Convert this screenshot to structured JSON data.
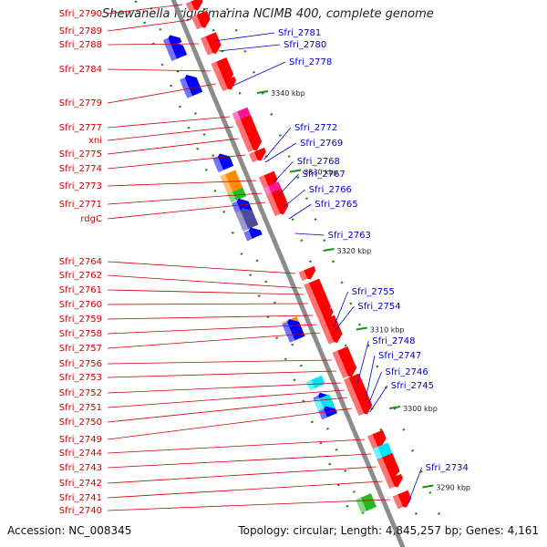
{
  "title": "Shewanella frigidimarina NCIMB 400, complete genome",
  "footer": {
    "accession": "Accession: NC_008345",
    "topology": "Topology: circular; Length: 4,845,257 bp; Genes: 4,161"
  },
  "colors": {
    "forward_label": "#cc0000",
    "reverse_label": "#0000cc",
    "backbone": "#8c8c8c",
    "tick": "#1a8c1a"
  },
  "scale_ticks": [
    {
      "label": "3340 kbp",
      "kbp": 3340
    },
    {
      "label": "3330 kbp",
      "kbp": 3330
    },
    {
      "label": "3320 kbp",
      "kbp": 3320
    },
    {
      "label": "3310 kbp",
      "kbp": 3310
    },
    {
      "label": "3300 kbp",
      "kbp": 3300
    },
    {
      "label": "3290 kbp",
      "kbp": 3290
    }
  ],
  "forward_genes": [
    {
      "label": "Sfri_2790",
      "color": "#ff0000"
    },
    {
      "label": "Sfri_2789",
      "color": "#ff0000"
    },
    {
      "label": "Sfri_2788",
      "color": "#ff0000"
    },
    {
      "label": "Sfri_2784",
      "color": "#ff0000"
    },
    {
      "label": "Sfri_2779",
      "color": "#ff0000"
    },
    {
      "label": "Sfri_2777",
      "color": "#ff1493"
    },
    {
      "label": "xni",
      "color": "#ff0000"
    },
    {
      "label": "Sfri_2775",
      "color": "#ff0000"
    },
    {
      "label": "Sfri_2774",
      "color": "#ff0000"
    },
    {
      "label": "Sfri_2773",
      "color": "#ff0000"
    },
    {
      "label": "Sfri_2771",
      "color": "#ff1493"
    },
    {
      "label": "rdgC",
      "color": "#ff0000"
    },
    {
      "label": "Sfri_2764",
      "color": "#ff0000"
    },
    {
      "label": "Sfri_2762",
      "color": "#ff0000"
    },
    {
      "label": "Sfri_2761",
      "color": "#ff0000"
    },
    {
      "label": "Sfri_2760",
      "color": "#ff0000"
    },
    {
      "label": "Sfri_2759",
      "color": "#ff0000"
    },
    {
      "label": "Sfri_2758",
      "color": "#ff0000"
    },
    {
      "label": "Sfri_2757",
      "color": "#ff0000"
    },
    {
      "label": "Sfri_2756",
      "color": "#ff0000"
    },
    {
      "label": "Sfri_2753",
      "color": "#ff0000"
    },
    {
      "label": "Sfri_2752",
      "color": "#ff0000"
    },
    {
      "label": "Sfri_2751",
      "color": "#ff0000"
    },
    {
      "label": "Sfri_2750",
      "color": "#ff0000"
    },
    {
      "label": "Sfri_2749",
      "color": "#ff0000"
    },
    {
      "label": "Sfri_2744",
      "color": "#ff0000"
    },
    {
      "label": "Sfri_2743",
      "color": "#00e5ff"
    },
    {
      "label": "Sfri_2742",
      "color": "#ff0000"
    },
    {
      "label": "Sfri_2741",
      "color": "#ff0000"
    },
    {
      "label": "Sfri_2740",
      "color": "#ff0000"
    }
  ],
  "reverse_genes": [
    {
      "label": "Sfri_2781",
      "color": "#0000ff"
    },
    {
      "label": "Sfri_2780",
      "color": "#0000ff"
    },
    {
      "label": "Sfri_2778",
      "color": "#0000ff"
    },
    {
      "label": "Sfri_2772",
      "color": "#0000ff"
    },
    {
      "label": "Sfri_2769",
      "color": "#0000ff"
    },
    {
      "label": "Sfri_2768",
      "color": "#ff8c00"
    },
    {
      "label": "Sfri_2767",
      "color": "#22bb22"
    },
    {
      "label": "Sfri_2766",
      "color": "#0000ff"
    },
    {
      "label": "Sfri_2765",
      "color": "#4a4aa0"
    },
    {
      "label": "Sfri_2763",
      "color": "#0000ff"
    },
    {
      "label": "Sfri_2755",
      "color": "#ff8c00"
    },
    {
      "label": "Sfri_2754",
      "color": "#0000ff"
    },
    {
      "label": "Sfri_2748",
      "color": "#00e5ff"
    },
    {
      "label": "Sfri_2747",
      "color": "#0000ff"
    },
    {
      "label": "Sfri_2746",
      "color": "#00e5ff"
    },
    {
      "label": "Sfri_2745",
      "color": "#0000ff"
    },
    {
      "label": "Sfri_2734",
      "color": "#22bb22"
    }
  ]
}
